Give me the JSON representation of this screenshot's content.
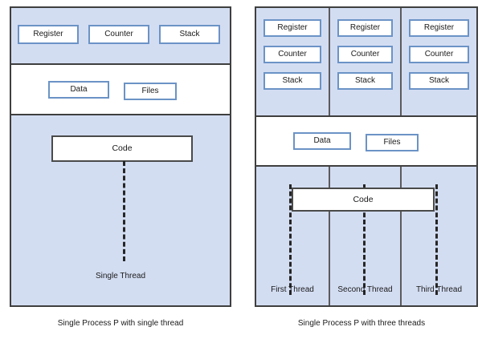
{
  "figures": [
    {
      "id": "single-thread",
      "caption": "Single Process P with single thread",
      "thread_band": {
        "chips": [
          "Register",
          "Counter",
          "Stack"
        ]
      },
      "shared_band": {
        "chips": [
          "Data",
          "Files"
        ]
      },
      "code_band": {
        "code_label": "Code",
        "thread_label": "Single Thread"
      }
    },
    {
      "id": "three-threads",
      "caption": "Single Process P with three threads",
      "thread_band": {
        "columns": [
          {
            "chips": [
              "Register",
              "Counter",
              "Stack"
            ]
          },
          {
            "chips": [
              "Register",
              "Counter",
              "Stack"
            ]
          },
          {
            "chips": [
              "Register",
              "Counter",
              "Stack"
            ]
          }
        ]
      },
      "shared_band": {
        "chips": [
          "Data",
          "Files"
        ]
      },
      "code_band": {
        "code_label": "Code",
        "thread_labels": [
          "First Thread",
          "Second Thread",
          "Third Thread"
        ]
      }
    }
  ],
  "colors": {
    "process_fill": "#d3ddf2",
    "process_border": "#3f3f3f",
    "chip_border": "#6b93c6",
    "code_border": "#4a4a4a",
    "shared_fill": "#ffffff",
    "thread_line": "#262626"
  }
}
